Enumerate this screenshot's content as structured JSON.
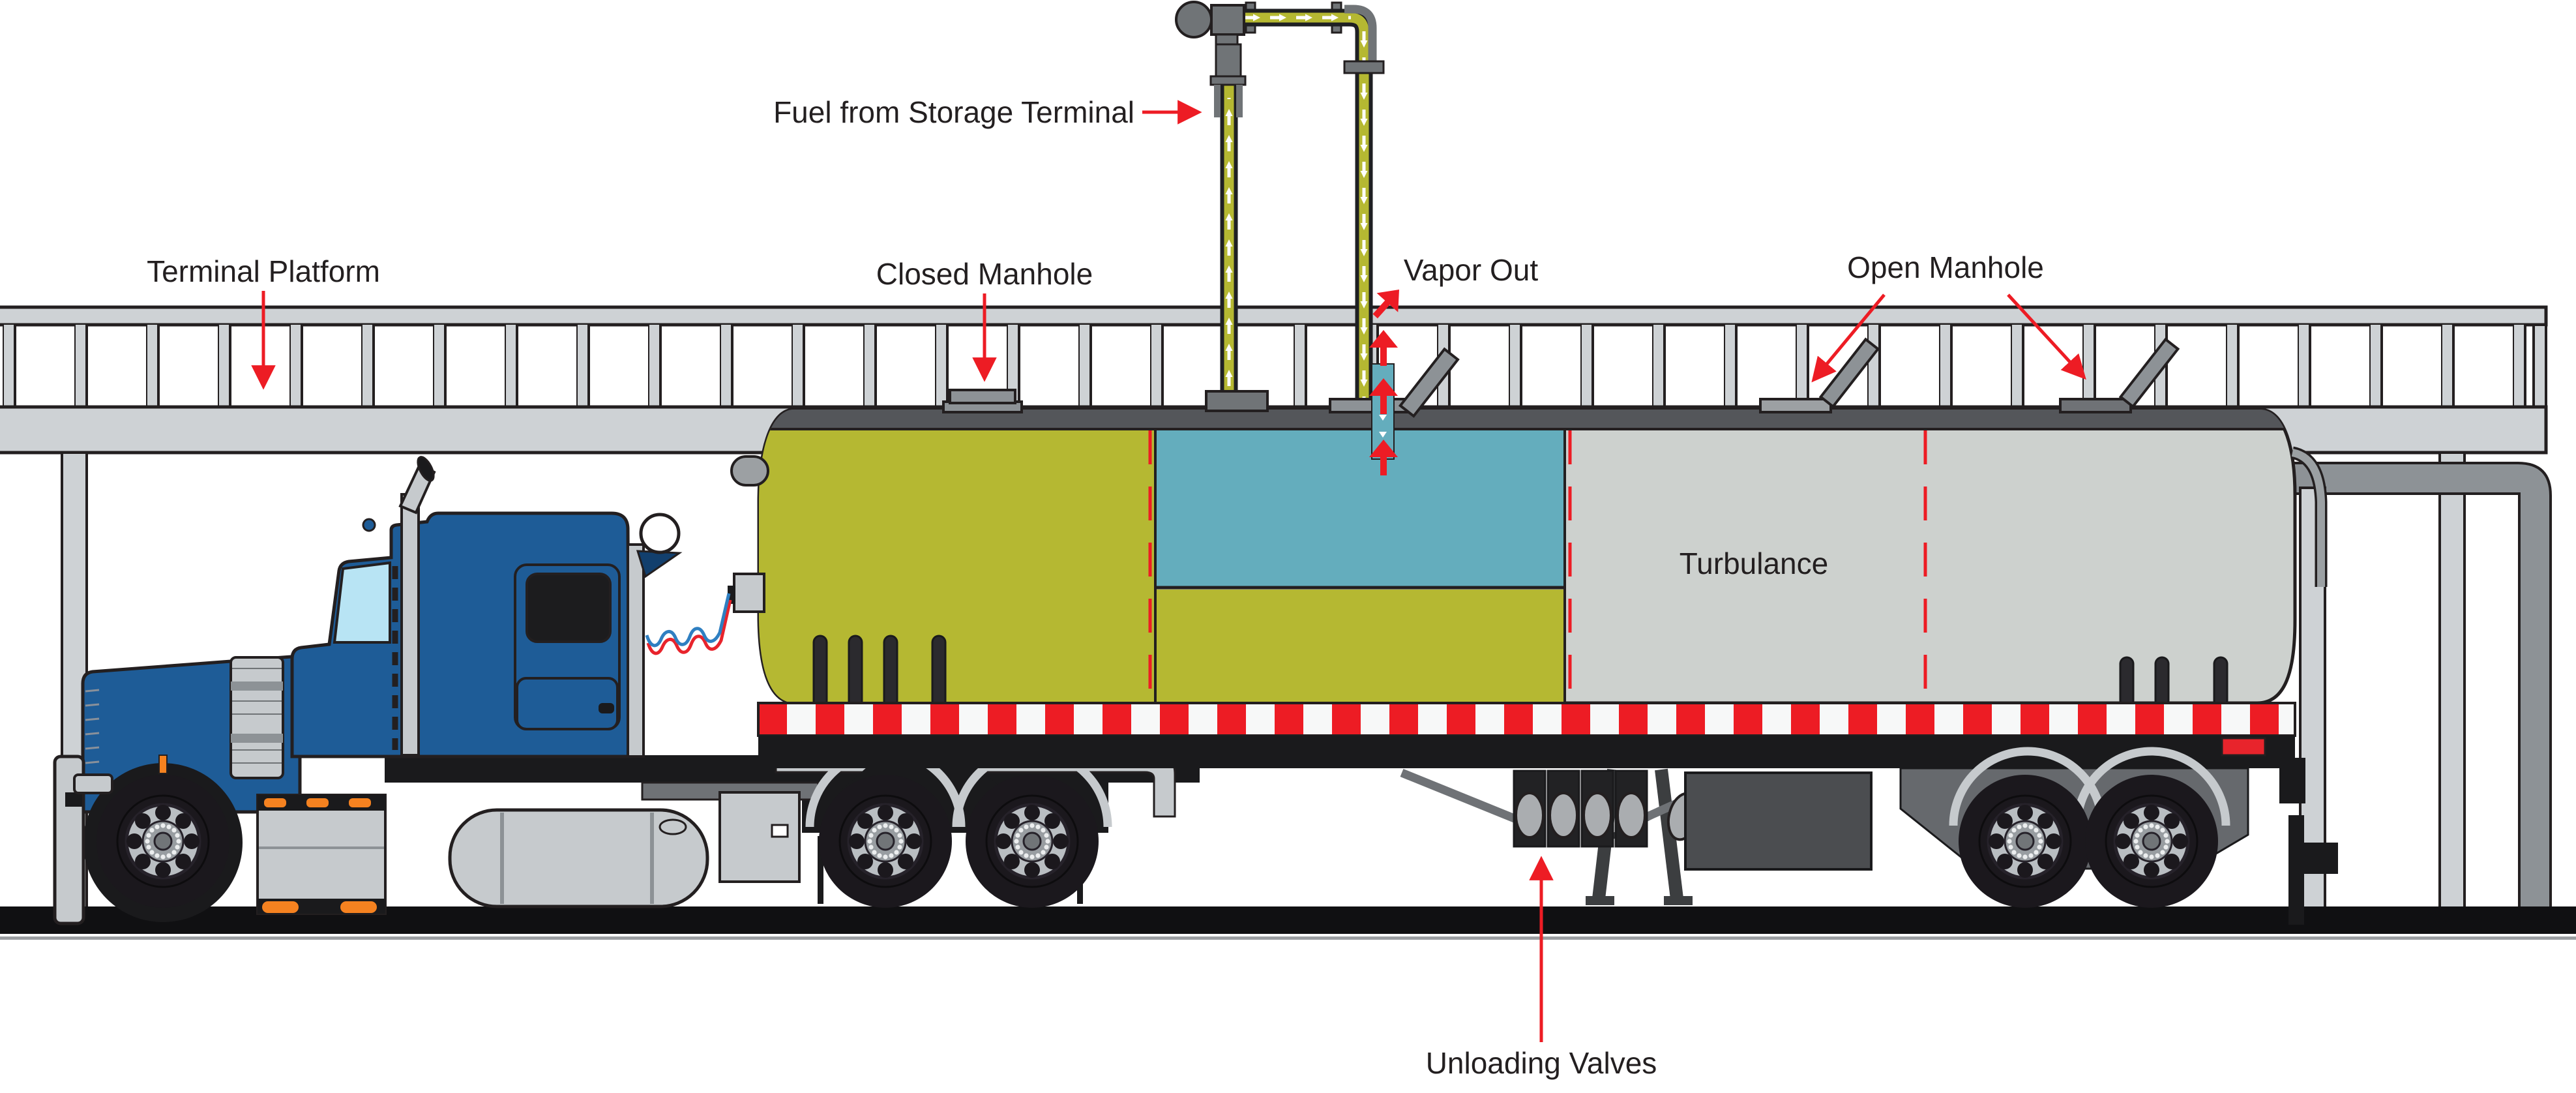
{
  "title": "Fuel tanker truck unloading at storage terminal platform — vapor loss diagram",
  "labels": {
    "fuel_source": {
      "text": "Fuel from Storage Terminal"
    },
    "terminal_platform": {
      "text": "Terminal Platform"
    },
    "closed_manhole": {
      "text": "Closed Manhole"
    },
    "vapor_out": {
      "text": "Vapor Out"
    },
    "open_manhole": {
      "text": "Open Manhole"
    },
    "turbulance": {
      "text": "Turbulance"
    },
    "unloading_valves": {
      "text": "Unloading Valves"
    }
  },
  "arrows": {
    "fuel_flow_direction": "up-across-down",
    "vapor_direction": "up",
    "flow_arrow_color": "#ffffff",
    "annotation_arrow_color": "#ed1c24"
  },
  "colors": {
    "truck_blue": "#1e5c97",
    "glass_blue": "#b8e4f4",
    "fuel_olive": "#b5b832",
    "vapor_teal": "#64adbd",
    "tank_empty_gray": "#cdd1ce",
    "tank_top_band": "#54565a",
    "platform_gray": "#ced2d5",
    "fitting_gray": "#707477",
    "hardware_gray": "#8d9296",
    "annotation_red": "#ed1c24",
    "marker_orange": "#f58220",
    "ground_black": "#101012",
    "outline_black": "#231f20",
    "section_divider_dash_red": "#ed1c24"
  }
}
